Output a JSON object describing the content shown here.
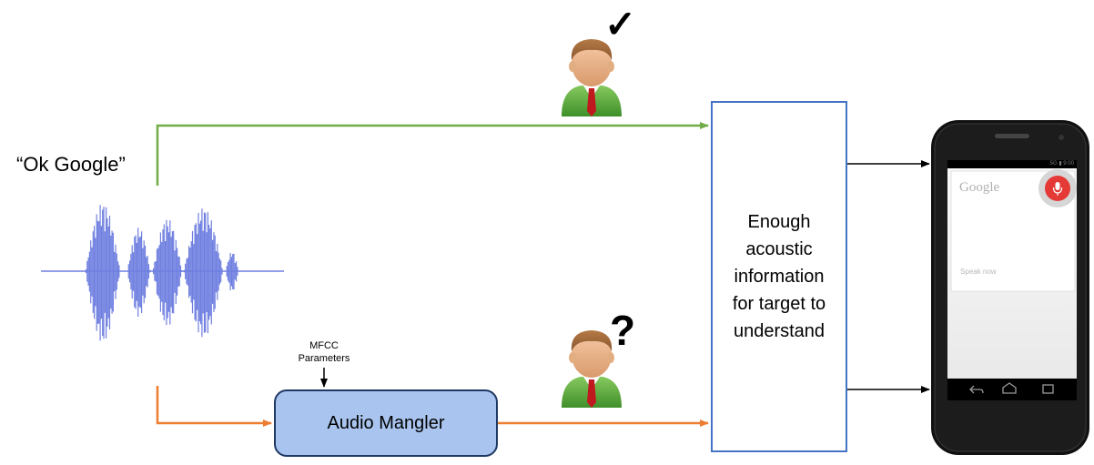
{
  "quote_text": "“Ok Google”",
  "mfcc_label": "MFCC\nParameters",
  "mangler_label": "Audio Mangler",
  "target_label": "Enough\nacoustic\ninformation\nfor target to\nunderstand",
  "check_mark": "✓",
  "question_mark": "?",
  "phone": {
    "status_text": "5G ▮ 9:00",
    "search_brand": "Google",
    "speak_prompt": "Speak now"
  },
  "colors": {
    "green_path": "#70ad47",
    "orange_path": "#ed7d31",
    "waveform": "#6f7fe0",
    "mangler_fill": "#a9c5ef",
    "mangler_border": "#1f3864",
    "target_border": "#4472c4",
    "mic_button": "#e53935"
  },
  "icons": [
    "user-listener-icon",
    "checkmark-icon",
    "question-icon",
    "microphone-icon",
    "android-phone-icon"
  ]
}
